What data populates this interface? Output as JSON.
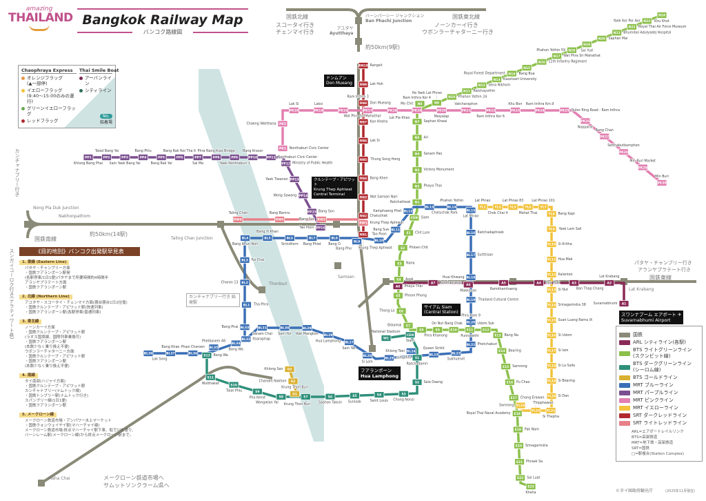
{
  "header": {
    "logo_small": "amazing",
    "logo_main": "THAILAND",
    "title": "Bangkok Railway Map",
    "subtitle": "バンコク路線図"
  },
  "annotations": {
    "north_line": "国鉄北線",
    "north_dest1": "スコータイ行き",
    "north_dest2": "チェンマイ行き",
    "northeast_line": "国鉄東北線",
    "ne_dest1": "ノーンカーイ行き",
    "ne_dest2": "ウボンラーチャターニー行き",
    "dist_north": "約50km(9駅)",
    "dist_west": "約50km(14駅)",
    "kanchanaburi": "カンチャナブリー行き",
    "kanchanaburi_note": "カンチャナブリー行き 始発駅",
    "east_line": "国鉄東線",
    "east_dest1": "パタヤ・チャンブリー行き",
    "east_dest2": "アランヤプラテート行き",
    "south_line": "国鉄南線",
    "south_dest": "スンガイコーロク行き(ナラティワート県)",
    "maeklong1": "メークローン鉄道市場へ",
    "maeklong2": "サムットソンクラーム県へ",
    "copyright": "©タイ国政府観光庁",
    "date": "(2025年11月現在)"
  },
  "key_stations": {
    "ayutthaya_ja": "アユタヤ",
    "ayutthaya": "Ayutthaya",
    "ban_phachi_ja": "バーンパーシー ジャンクション",
    "ban_phachi": "Ban Phachi Junction",
    "krung_thep_ja": "クルンテープ・アピワット",
    "krung_thep": "Krung Thep Aphiwat Central Terminal",
    "don_mueang_ja": "ドンムアン",
    "don_mueang": "Don Mueang",
    "siam_ja": "サイアム Siam",
    "siam": "(Central Station)",
    "hua_lamphong_ja": "フアランポーン",
    "hua_lamphong": "Hua Lamphong",
    "suvarnabhumi_ja": "スワンナプーム エアポート",
    "suvarnabhumi": "Suvarnabhumi Airport",
    "nong_pla_duk": "Nong Pla Duk Junction",
    "nakhon_pathom": "Nakhonpathom",
    "taling_chan_jct": "Taling Chan Junction",
    "thonburi": "Thonburi",
    "maha_chai": "Maha Chai",
    "samsen": "Samsen",
    "lat_krabang": "Lat Krabang"
  },
  "lines": [
    {
      "id": "RN",
      "color": "#b0282e",
      "stations": [
        {
          "c": "RN10",
          "n": "Rangsit"
        },
        {
          "c": "RN9",
          "n": "Lak Hok"
        },
        {
          "c": "RN8",
          "n": "Don Mueang"
        },
        {
          "c": "RN7",
          "n": "Kan Kheha"
        },
        {
          "c": "RN6",
          "n": "Lak Si"
        },
        {
          "c": "RN5",
          "n": "Thung Song Hong"
        },
        {
          "c": "RN4",
          "n": "Bang Khen"
        },
        {
          "c": "RN3",
          "n": "Wat Samian Nari"
        },
        {
          "c": "RN2",
          "n": "Chatuchak"
        },
        {
          "c": "RN1",
          "n": "Krung Thep Aphiwat"
        }
      ]
    },
    {
      "id": "RW",
      "color": "#e8808a",
      "stations": [
        {
          "c": "RW6",
          "n": "Taling Chan"
        },
        {
          "c": "RW5",
          "n": "Bang Bamru"
        },
        {
          "c": "RW2",
          "n": "Bang Son"
        },
        {
          "c": "RW1",
          "n": "Krung Thep Aphiwat"
        }
      ]
    },
    {
      "id": "PP",
      "color": "#7b4f8f",
      "stations": [
        {
          "c": "PP1",
          "n": "Khlong Bang Phai"
        },
        {
          "c": "PP2",
          "n": "Talad Bang Yai"
        },
        {
          "c": "PP3",
          "n": "Sam Yaek Bang Yai"
        },
        {
          "c": "PP4",
          "n": "Bang Phlu"
        },
        {
          "c": "PP5",
          "n": "Bang Rak Yai"
        },
        {
          "c": "PP6",
          "n": "Bang Rak Noi Tha It"
        },
        {
          "c": "PP7",
          "n": "Sai Ma"
        },
        {
          "c": "PP8",
          "n": "Phra Nang Klao Bridge"
        },
        {
          "c": "PP9",
          "n": "Yaek Nonthaburi 1"
        },
        {
          "c": "PP10",
          "n": "Bang Krasor"
        },
        {
          "c": "PP11",
          "n": "Nonthaburi Civic Center"
        },
        {
          "c": "PP12",
          "n": "Ministry of Public Health"
        },
        {
          "c": "PP13",
          "n": "Yaek Tiwanon"
        },
        {
          "c": "PP14",
          "n": "Wong Sawang"
        },
        {
          "c": "PP15",
          "n": "Bang Son"
        },
        {
          "c": "PP16",
          "n": "Tao Poon"
        }
      ]
    },
    {
      "id": "PK",
      "color": "#e27fb0",
      "stations": [
        {
          "c": "PK1",
          "n": "Nonthaburi Civic Center"
        },
        {
          "c": "PK5",
          "n": "Chaeng Watthana"
        },
        {
          "c": "PK10",
          "n": "Lak Si"
        },
        {
          "c": "PK14",
          "n": "Laksi"
        },
        {
          "c": "PK16",
          "n": "Wat Phra Sri Mahathat"
        },
        {
          "c": "PK17",
          "n": "Ram Inthra 3"
        },
        {
          "c": "PK18",
          "n": "Lat Pla Khao"
        },
        {
          "c": "PK19",
          "n": "Ram Inthra Kor 4"
        },
        {
          "c": "PK20",
          "n": "Maiyalap"
        },
        {
          "c": "PK21",
          "n": "Vatcharaphon"
        },
        {
          "c": "PK22",
          "n": "Ram Inthra Kor 6"
        },
        {
          "c": "PK23",
          "n": "Khu Bon"
        },
        {
          "c": "PK24",
          "n": "Ram Inthra Km.9"
        },
        {
          "c": "PK25",
          "n": "Outer Ring Road - Ram Inthra"
        },
        {
          "c": "PK26",
          "n": "Nopparat"
        },
        {
          "c": "PK27",
          "n": "Bang Chan"
        },
        {
          "c": "PK28",
          "n": "Setthabutbamphen"
        },
        {
          "c": "PK29",
          "n": "Min Buri Market"
        },
        {
          "c": "PK30",
          "n": "Min Buri"
        }
      ]
    },
    {
      "id": "N",
      "color": "#8cc04b",
      "stations": [
        {
          "c": "N24",
          "n": "Khu Khot"
        },
        {
          "c": "N23",
          "n": "Yaek Kor Por Aor"
        },
        {
          "c": "N22",
          "n": "Royal Thai Air Force Museum"
        },
        {
          "c": "N21",
          "n": "Bhumibol Adulyadej Hospital"
        },
        {
          "c": "N20",
          "n": "Saphan Mai"
        },
        {
          "c": "N19",
          "n": "Sai Yud"
        },
        {
          "c": "N18",
          "n": "Phahon Yothin 59"
        },
        {
          "c": "N17",
          "n": "Wat Phra Sri Mahathat"
        },
        {
          "c": "N16",
          "n": "11th Infantry Regiment"
        },
        {
          "c": "N15",
          "n": "Bang Bua"
        },
        {
          "c": "N14",
          "n": "Royal Forest Department"
        },
        {
          "c": "N13",
          "n": "Kasetsart University"
        },
        {
          "c": "N12",
          "n": "Sena Nikhom"
        },
        {
          "c": "N11",
          "n": "Ratchayothin"
        },
        {
          "c": "N10",
          "n": "Phahon Yothin 24"
        },
        {
          "c": "N9",
          "n": "Ha Yaek Lat Phrao"
        },
        {
          "c": "N8",
          "n": "Mo Chit"
        },
        {
          "c": "N7",
          "n": "Saphan Khwai"
        },
        {
          "c": "N5",
          "n": "Ari"
        },
        {
          "c": "N4",
          "n": "Sanam Pao"
        },
        {
          "c": "N3",
          "n": "Victory Monument"
        },
        {
          "c": "N2",
          "n": "Phaya Thai"
        },
        {
          "c": "N1",
          "n": "Ratchathewi"
        },
        {
          "c": "CEN",
          "n": "Siam"
        },
        {
          "c": "E1",
          "n": "Chit Lom"
        },
        {
          "c": "E2",
          "n": "Phloen Chit"
        },
        {
          "c": "E3",
          "n": "Nana"
        },
        {
          "c": "E4",
          "n": "Asok"
        },
        {
          "c": "E5",
          "n": "Phrom Phong"
        },
        {
          "c": "E6",
          "n": "Thong Lo"
        },
        {
          "c": "E7",
          "n": "Ekkamai"
        },
        {
          "c": "E8",
          "n": "Phra Khanong"
        },
        {
          "c": "E9",
          "n": "On Nut"
        },
        {
          "c": "E10",
          "n": "Bang Chak"
        },
        {
          "c": "E11",
          "n": "Punnawithi"
        },
        {
          "c": "E12",
          "n": "Udom Suk"
        },
        {
          "c": "E13",
          "n": "Bang Na"
        },
        {
          "c": "E14",
          "n": "Bearing"
        },
        {
          "c": "E15",
          "n": "Samrong"
        },
        {
          "c": "E16",
          "n": "Pu Chao"
        },
        {
          "c": "E17",
          "n": "Chang Erawan"
        },
        {
          "c": "E18",
          "n": "Royal Thai Naval Academy"
        },
        {
          "c": "E19",
          "n": "Pak Nam"
        },
        {
          "c": "E20",
          "n": "Srinagarindra"
        },
        {
          "c": "E21",
          "n": "Phraek Sa"
        },
        {
          "c": "E22",
          "n": "Sai Luat"
        },
        {
          "c": "E23",
          "n": "Kheha"
        }
      ]
    },
    {
      "id": "S",
      "color": "#2f8f7a",
      "stations": [
        {
          "c": "W1",
          "n": "National Stadium"
        },
        {
          "c": "CEN",
          "n": "Siam"
        },
        {
          "c": "S1",
          "n": "Ratchadamri"
        },
        {
          "c": "S2",
          "n": "Sala Daeng"
        },
        {
          "c": "S3",
          "n": "Chong Nonsi"
        },
        {
          "c": "S4",
          "n": "Saint Louis"
        },
        {
          "c": "S5",
          "n": "Surasak"
        },
        {
          "c": "S6",
          "n": "Saphan Taksin"
        },
        {
          "c": "S7",
          "n": "Krung Thon Buri"
        },
        {
          "c": "S8",
          "n": "Wongwian Yai"
        },
        {
          "c": "S9",
          "n": "Pho Nimit"
        },
        {
          "c": "S10",
          "n": "Talat Phlu"
        },
        {
          "c": "S11",
          "n": "Wutthakat"
        },
        {
          "c": "S12",
          "n": "Bang Wa"
        }
      ]
    },
    {
      "id": "BL",
      "color": "#3a6fb6",
      "stations": [
        {
          "c": "BL38",
          "n": "Lak Song"
        },
        {
          "c": "BL37",
          "n": "Bang Khae"
        },
        {
          "c": "BL36",
          "n": "Phasi Charoen"
        },
        {
          "c": "BL35",
          "n": "Phetkasem 48"
        },
        {
          "c": "BL34",
          "n": "Bang Wa"
        },
        {
          "c": "BL33",
          "n": "Bang Phai"
        },
        {
          "c": "BL1",
          "n": "Tha Phra"
        },
        {
          "c": "BL2",
          "n": "Charan 13"
        },
        {
          "c": "BL3",
          "n": "Fai Chai"
        },
        {
          "c": "BL4",
          "n": "Bang Khun Non"
        },
        {
          "c": "BL5",
          "n": "Bang Yi Khan"
        },
        {
          "c": "BL6",
          "n": "Sirindhorn"
        },
        {
          "c": "BL7",
          "n": "Bang Phlat"
        },
        {
          "c": "BL8",
          "n": "Bang O"
        },
        {
          "c": "BL9",
          "n": "Bang Pho"
        },
        {
          "c": "BL10",
          "n": "Tao Poon"
        },
        {
          "c": "BL11",
          "n": "Bang Sue"
        },
        {
          "c": "BL12",
          "n": "Kamphaeng Phet"
        },
        {
          "c": "BL13",
          "n": "Chatuchak Park"
        },
        {
          "c": "BL14",
          "n": "Phahon Yothin"
        },
        {
          "c": "BL15",
          "n": "Lat Phrao"
        },
        {
          "c": "BL16",
          "n": "Ratchadaphisek"
        },
        {
          "c": "BL17",
          "n": "Sutthisan"
        },
        {
          "c": "BL18",
          "n": "Huai Khwang"
        },
        {
          "c": "BL19",
          "n": "Thailand Cultural Centre"
        },
        {
          "c": "BL20",
          "n": "Phra Ram 9"
        },
        {
          "c": "BL21",
          "n": "Phetchaburi"
        },
        {
          "c": "BL22",
          "n": "Sukhumvit"
        },
        {
          "c": "BL23",
          "n": "Queen Sirikit"
        },
        {
          "c": "BL24",
          "n": "Khlong Toei"
        },
        {
          "c": "BL25",
          "n": "Lumphini"
        },
        {
          "c": "BL26",
          "n": "Si Lom"
        },
        {
          "c": "BL27",
          "n": "Sam Yan"
        },
        {
          "c": "BL28",
          "n": "Hua Lamphong"
        },
        {
          "c": "BL29",
          "n": "Wat Mangkon"
        },
        {
          "c": "BL30",
          "n": "Sam Yot"
        },
        {
          "c": "BL31",
          "n": "Sanam Chai"
        },
        {
          "c": "BL32",
          "n": "Itsaraphap"
        }
      ]
    },
    {
      "id": "YL",
      "color": "#f2c23a",
      "stations": [
        {
          "c": "YL1",
          "n": "Lat Phrao"
        },
        {
          "c": "YL3",
          "n": "Chok Chai 4"
        },
        {
          "c": "YL5",
          "n": "Lat Phrao 83"
        },
        {
          "c": "YL6",
          "n": "Mahat Thai"
        },
        {
          "c": "YL7",
          "n": "Lat Phrao 101"
        },
        {
          "c": "YL8",
          "n": "Bang Kapi"
        },
        {
          "c": "YL9",
          "n": "Yaek Lam Sali"
        },
        {
          "c": "YL10",
          "n": "Si Kritha"
        },
        {
          "c": "YL11",
          "n": "Hua Mak"
        },
        {
          "c": "YL12",
          "n": "Kalantan"
        },
        {
          "c": "YL13",
          "n": "Si Nut"
        },
        {
          "c": "YL14",
          "n": "Srinagarindra 38"
        },
        {
          "c": "YL15",
          "n": "Suan Luang Rama IX"
        },
        {
          "c": "YL16",
          "n": "Si Udom"
        },
        {
          "c": "YL17",
          "n": "Si Iam"
        },
        {
          "c": "YL18",
          "n": "Si La Salle"
        },
        {
          "c": "YL19",
          "n": "Si Bearing"
        },
        {
          "c": "YL20",
          "n": "Si Dan"
        },
        {
          "c": "YL21",
          "n": "Si Thepha"
        },
        {
          "c": "YL22",
          "n": "Thipphawan"
        },
        {
          "c": "YL23",
          "n": "Samrong"
        }
      ]
    },
    {
      "id": "A",
      "color": "#8a2a56",
      "stations": [
        {
          "c": "A8",
          "n": "Phaya Thai"
        },
        {
          "c": "A7",
          "n": "Ratchaprarop"
        },
        {
          "c": "A6",
          "n": "Makkasan"
        },
        {
          "c": "A5",
          "n": "Ramkhamhaeng"
        },
        {
          "c": "A4",
          "n": "Hua Mak"
        },
        {
          "c": "A3",
          "n": "Ban Thap Chang"
        },
        {
          "c": "A2",
          "n": "Lat Krabang"
        },
        {
          "c": "A1",
          "n": "Suvarnabhumi"
        }
      ]
    },
    {
      "id": "G",
      "color": "#d9b030",
      "stations": [
        {
          "c": "G1",
          "n": "Krung Thon Buri"
        },
        {
          "c": "G2",
          "n": "Charoen Nakhon"
        },
        {
          "c": "G3",
          "n": "Khlong San"
        }
      ]
    }
  ],
  "boat_legend": {
    "chaophraya_title": "Chaophraya Express",
    "smile_title": "Thai Smile Boat",
    "items": [
      {
        "label": "オレンジフラッグ",
        "sub": "(▲一部停)",
        "color": "#e8964a"
      },
      {
        "label": "イエローフラッグ",
        "sub": "(9:40〜15:00のみの運行)",
        "color": "#f2c23a"
      },
      {
        "label": "グリーンイエローフラッグ",
        "sub": "",
        "color": "#6aa84f"
      },
      {
        "label": "レッドフラッグ",
        "sub": "",
        "color": "#b0282e"
      }
    ],
    "smile_items": [
      {
        "label": "アーバンライン",
        "color": "#7b2a56"
      },
      {
        "label": "シティライン",
        "color": "#2f6f5a"
      }
    ],
    "pier_code": "No.",
    "pier_label": "船着場"
  },
  "guide": {
    "title": "《目的地別》バンコク出発駅早見表",
    "sections": [
      {
        "head": "1. 東線 (Eastern Line)",
        "lines": [
          "パタヤ・チャンブリー方面",
          "・国鉄フアランポーン駅発",
          "(各駅停車/1日1便)パタヤまで所要時間約4時間半",
          "アランヤプラテート方面",
          "・国鉄フアランポーン駅"
        ]
      },
      {
        "head": "2. 北線 (Northern Line)",
        "lines": [
          "アユタヤ・スコータイ・チェンマイ方面(寝台寝台1日2往復)",
          "・国鉄クルンテープ・アピワット駅(快速列車)",
          "・国鉄フアランポーン駅(各駅停車/普通列車)"
        ]
      },
      {
        "head": "3. 東北線",
        "lines": [
          "ノーンカーイ方面",
          "・国鉄クルンテープ・アピワット駅",
          "(ラオス国境線、国際列車乗換可)",
          "・国鉄フアランポーン駅",
          "(本数少なく乗り換え不便)",
          "ウボンラーチャターニー方面",
          "・国鉄クルンテープ・アピワット駅",
          "・国鉄フアランポーン駅",
          "(本数少なく乗り換え不便)"
        ]
      },
      {
        "head": "4. 南線",
        "lines": [
          "タイ南部(ハジャイ方面)",
          "・国鉄クルンテープ・アピワット駅",
          "カンチャナブリー(ナムトック線)",
          "・国鉄トンブリー駅(ナムトック行き)",
          "スパンブリー線(1日1便)",
          "・国鉄フアランポーン駅"
        ]
      },
      {
        "head": "5. メークローン線",
        "lines": [
          "メークローン鉄道市場・アンパワー水上マーケット",
          "・国鉄ウォンウェイヤイ駅(マハーチャイ線)",
          "メークローン鉄道市場:終点マハーチャイ駅下車、船で川を渡り、",
          "バーンレーム駅(メークローン線)から終点メークローン駅まで。"
        ]
      }
    ]
  },
  "legend": {
    "items": [
      {
        "code": "",
        "label": "国鉄",
        "color": "#8a8a78"
      },
      {
        "code": "A",
        "label": "ARL シティライン(各駅)",
        "color": "#8a2a56"
      },
      {
        "code": "N",
        "label": "BTS ライトグリーンライン (スクンビット線)",
        "color": "#8cc04b"
      },
      {
        "code": "S",
        "label": "BTS ダークグリーンライン (シーロム線)",
        "color": "#2f8f7a"
      },
      {
        "code": "G",
        "label": "BTS ゴールドライン",
        "color": "#d9b030"
      },
      {
        "code": "BL",
        "label": "MRT ブルーライン",
        "color": "#3a6fb6"
      },
      {
        "code": "PP",
        "label": "MRT パープルライン",
        "color": "#7b4f8f"
      },
      {
        "code": "PK",
        "label": "MRT ピンクライン",
        "color": "#e27fb0"
      },
      {
        "code": "YL",
        "label": "MRT イエローライン",
        "color": "#f2c23a"
      },
      {
        "code": "RN",
        "label": "SRT ダークレッドライン",
        "color": "#b0282e"
      },
      {
        "code": "RW",
        "label": "SRT ライトレッドライン",
        "color": "#e8808a"
      }
    ],
    "abbr": [
      "ARL=エアポートレイルリンク",
      "BTS=高架鉄道",
      "MRT=地下鉄・高架鉄道",
      "SRT=国鉄",
      "□=駅複合(Station Complex)"
    ]
  }
}
